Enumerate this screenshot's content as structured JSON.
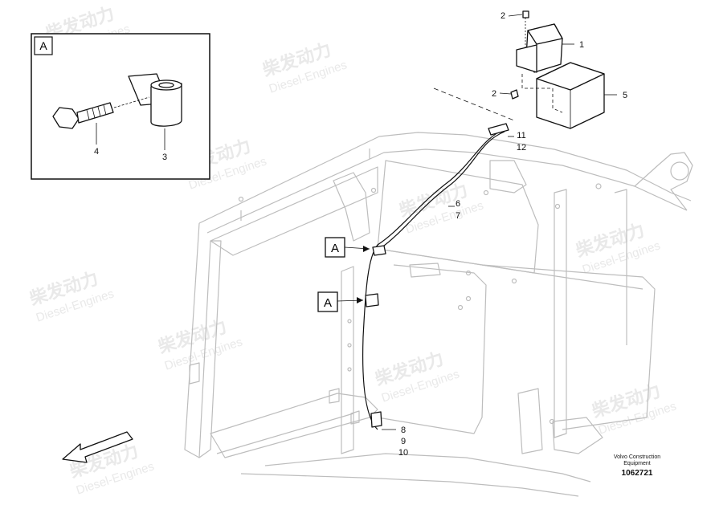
{
  "watermark": {
    "brand_cn": "柴发动力",
    "brand_en": "Diesel-Engines"
  },
  "detail": {
    "title": "A"
  },
  "view_markers": [
    "A",
    "A"
  ],
  "callouts": {
    "c1": "1",
    "c2a": "2",
    "c2b": "2",
    "c3": "3",
    "c4": "4",
    "c5": "5",
    "c6": "6",
    "c7": "7",
    "c8": "8",
    "c9": "9",
    "c10": "10",
    "c11": "11",
    "c12": "12"
  },
  "footer": {
    "maker_line1": "Volvo Construction",
    "maker_line2": "Equipment",
    "drawing_number": "1062721"
  }
}
